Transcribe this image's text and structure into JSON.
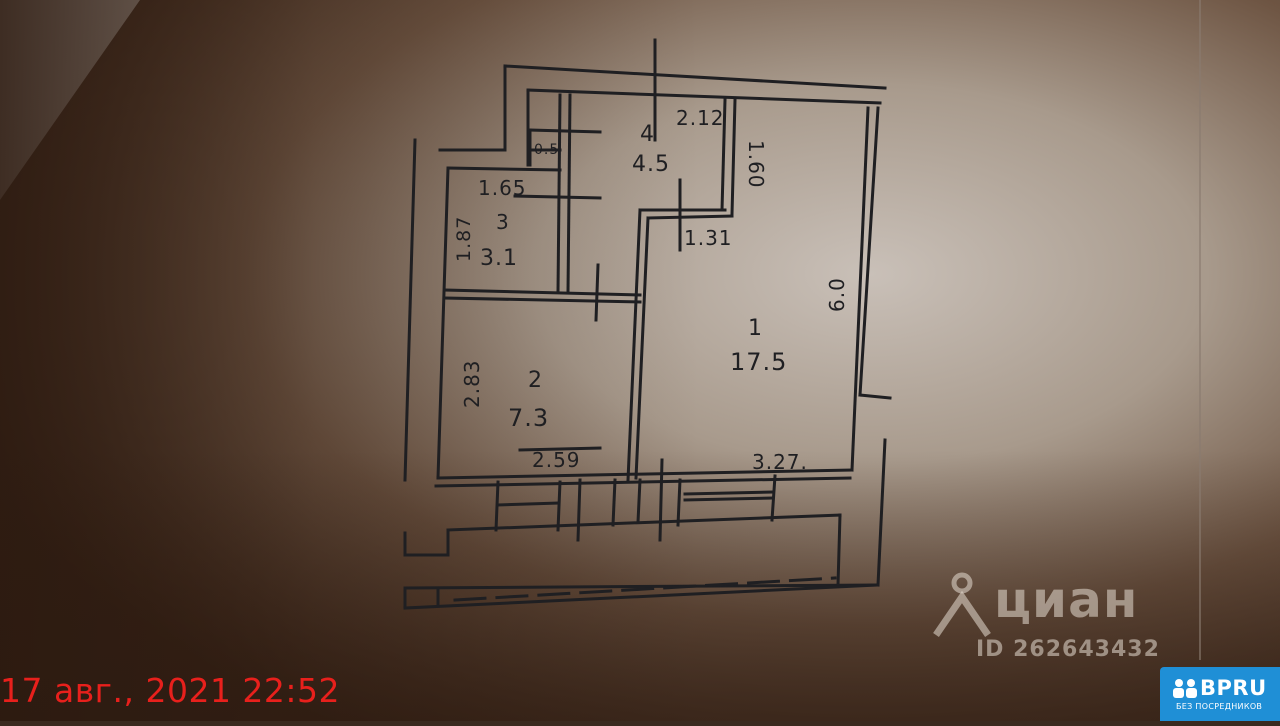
{
  "plan": {
    "room1_number": "1",
    "room1_area": "17.5",
    "room2_number": "2",
    "room2_area": "7.3",
    "room3_number": "3",
    "room3_area": "3.1",
    "room4_number": "4",
    "room4_area": "4.5",
    "dim_212": "2.12",
    "dim_165": "1.65",
    "dim_187": "1.87",
    "dim_160": "1.60",
    "dim_131": "1.31",
    "dim_283": "2.83",
    "dim_259": "2.59",
    "dim_327": "3.27.",
    "dim_60": "6.0",
    "dim_05": "0.5"
  },
  "timestamp": "17 авг., 2021 22:52",
  "watermark": {
    "brand": "циан",
    "id": "ID 262643432"
  },
  "badge": {
    "title": "BPRU",
    "subtitle": "БЕЗ ПОСРЕДНИКОВ"
  },
  "colors": {
    "timestamp": "#e8201c",
    "badge": "#1f8fd6",
    "ink": "#1f1f22"
  }
}
